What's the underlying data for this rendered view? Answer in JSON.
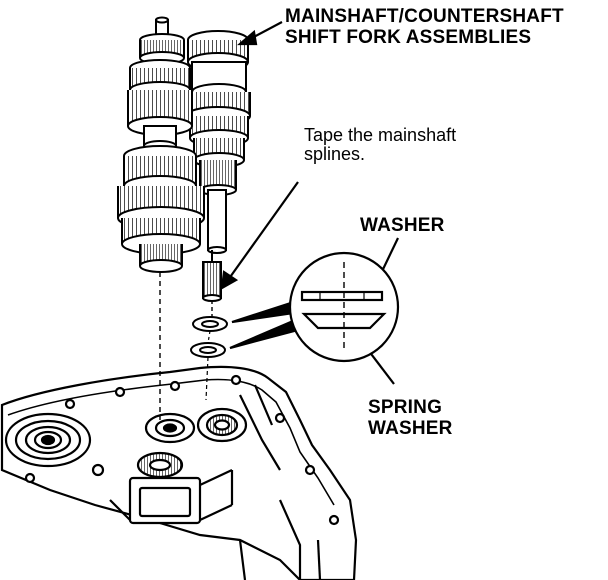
{
  "callouts": {
    "shift_fork": {
      "line1": "MAINSHAFT/COUNTERSHAFT",
      "line2": "SHIFT FORK ASSEMBLIES"
    },
    "tape_note": {
      "line1": "Tape the mainshaft",
      "line2": "splines."
    },
    "washer": {
      "label": "WASHER"
    },
    "spring_washer": {
      "line1": "SPRING",
      "line2": "WASHER"
    }
  },
  "colors": {
    "ink": "#000000",
    "paper": "#ffffff"
  }
}
